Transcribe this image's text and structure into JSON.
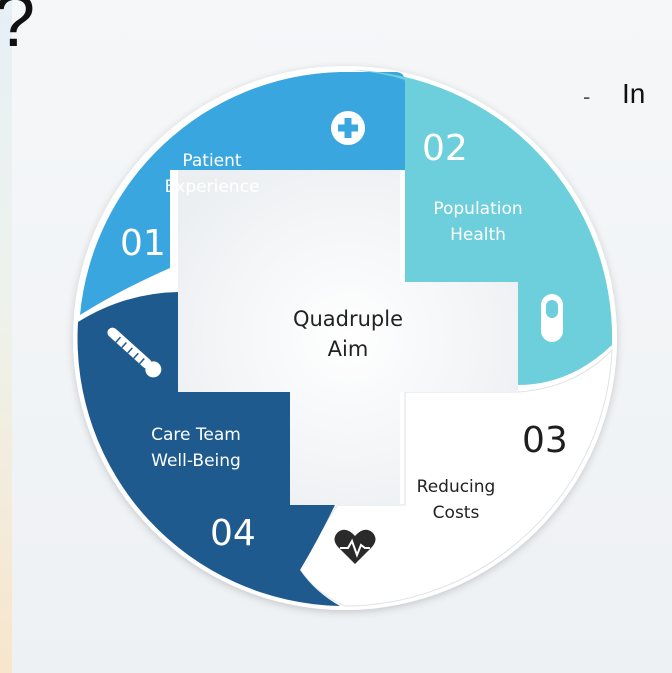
{
  "page": {
    "corner_char": "?",
    "bullet_dash": "-",
    "bullet_text": "In"
  },
  "diagram": {
    "center_label_line1": "Quadruple",
    "center_label_line2": "Aim",
    "segments": [
      {
        "number": "01",
        "line1": "Patient",
        "line2": "Experience",
        "icon": "plus-circle-icon",
        "color": "#3aa6df"
      },
      {
        "number": "02",
        "line1": "Population",
        "line2": "Health",
        "icon": "pill-capsule-icon",
        "color": "#6dcfdb"
      },
      {
        "number": "03",
        "line1": "Reducing",
        "line2": "Costs",
        "icon": "heart-pulse-icon",
        "color": "#ffffff"
      },
      {
        "number": "04",
        "line1": "Care Team",
        "line2": "Well-Being",
        "icon": "thermometer-icon",
        "color": "#1f5a8e"
      }
    ]
  }
}
